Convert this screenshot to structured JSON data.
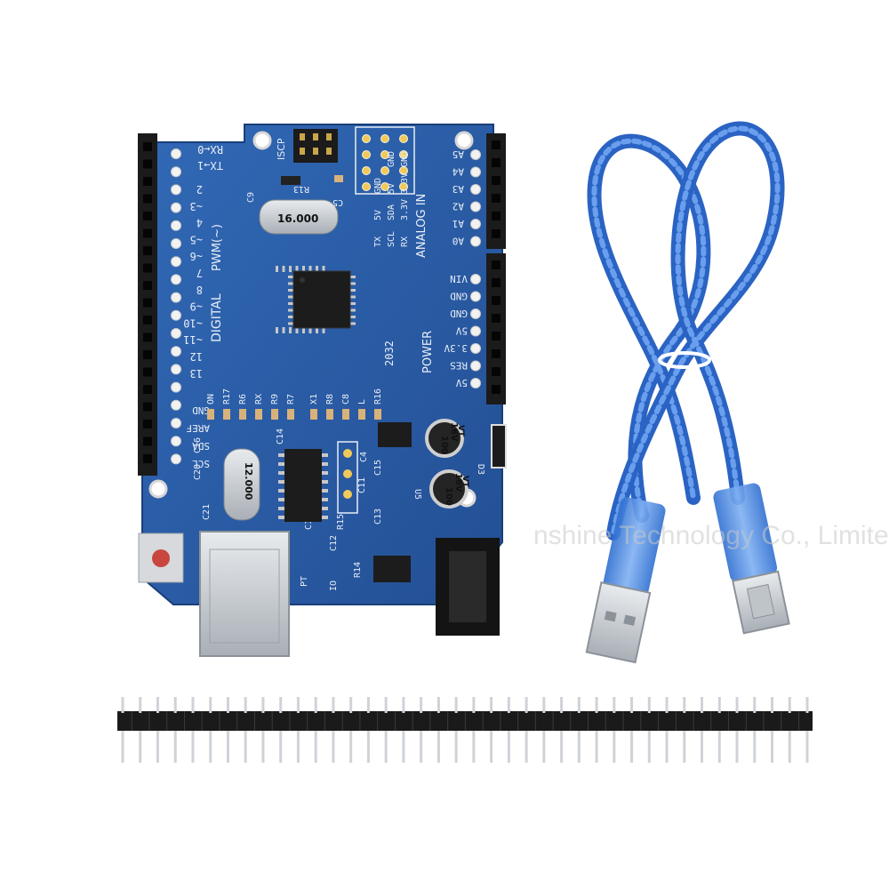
{
  "image": {
    "subject": "Arduino UNO compatible board kit",
    "colors": {
      "pcb": "#2a5fa8",
      "pcb_dark": "#1d4684",
      "silkscreen": "#e9eef7",
      "header": "#1b1b1b",
      "cable": "#3f7ee0",
      "metal": "#cfd3d8",
      "capacitor": "#202020",
      "watermark": "#c9c9c9"
    }
  },
  "board": {
    "digital_label": "DIGITAL",
    "pwm_label": "PWM(~)",
    "analog_label": "ANALOG IN",
    "power_label": "POWER",
    "isp_label": "ISCP",
    "rx_label": "RX",
    "tx_label": "TX",
    "arrow_rx": "RX←0",
    "arrow_tx": "TX→1",
    "digital_pins": [
      "2",
      "~3",
      "4",
      "~5",
      "~6",
      "7",
      "8",
      "~9",
      "~10",
      "~11",
      "12",
      "13"
    ],
    "left_pins": [
      "GND",
      "AREF",
      "SDA",
      "SCL"
    ],
    "analog_pins": [
      "A5",
      "A4",
      "A3",
      "A2",
      "A1",
      "A0"
    ],
    "power_pins": [
      "VIN",
      "GND",
      "GND",
      "5V",
      "3.3V",
      "RES",
      "5V"
    ],
    "icsp_block": [
      "TX",
      "5V",
      "GND",
      "SCL",
      "SDA",
      "5V",
      "GND",
      "RX",
      "3.3V",
      "3.3V",
      "GND"
    ],
    "components": [
      "C9",
      "R13",
      "C5",
      "C14",
      "C4",
      "C15",
      "C11",
      "C13",
      "R15",
      "C12",
      "R14",
      "D3",
      "U5",
      "C16",
      "C20",
      "C21",
      "C1",
      "R17",
      "R6",
      "R9",
      "R7",
      "R8",
      "C8",
      "R16",
      "X1",
      "ON",
      "L",
      "PT",
      "IO"
    ],
    "crystal_main": "16.000",
    "crystal_usb": "12.000",
    "capacitor_top": {
      "value": "100",
      "voltage": "16V",
      "code": "VT"
    },
    "capacitor_bottom": {
      "value": "100",
      "voltage": "16V",
      "code": "VT"
    },
    "marking": "2032"
  },
  "watermark": {
    "text": "nshine Technology Co., Limited"
  }
}
